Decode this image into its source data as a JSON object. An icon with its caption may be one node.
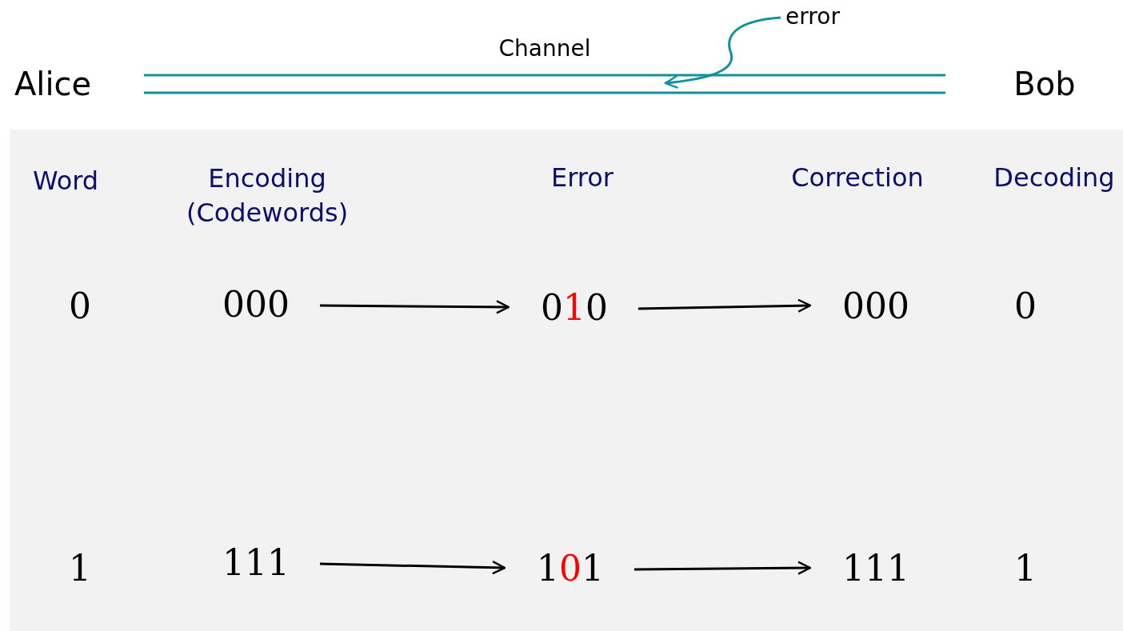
{
  "diagram": {
    "nodes": [
      {
        "text": [
          "error"
        ]
      },
      {
        "text": [
          "Channel"
        ]
      },
      {
        "text": [
          "000"
        ]
      },
      {
        "text": [
          "010"
        ]
      },
      {
        "text": [
          "000"
        ]
      },
      {
        "text": [
          "111"
        ]
      },
      {
        "text": [
          "101"
        ]
      },
      {
        "text": [
          "111"
        ]
      }
    ],
    "edges": [
      {
        "from": 0,
        "to": 1,
        "arrow": "to",
        "color": "#13919b"
      },
      {
        "from": 2,
        "to": 3,
        "arrow": "to"
      },
      {
        "from": 3,
        "to": 4,
        "arrow": "to"
      },
      {
        "from": 5,
        "to": 6,
        "arrow": "to"
      },
      {
        "from": 6,
        "to": 7,
        "arrow": "to"
      }
    ],
    "labels": [
      "Alice",
      "Bob",
      "Word",
      "Encoding (Codewords)",
      "Error",
      "Correction",
      "Decoding",
      "0",
      "0",
      "1",
      "1"
    ]
  }
}
